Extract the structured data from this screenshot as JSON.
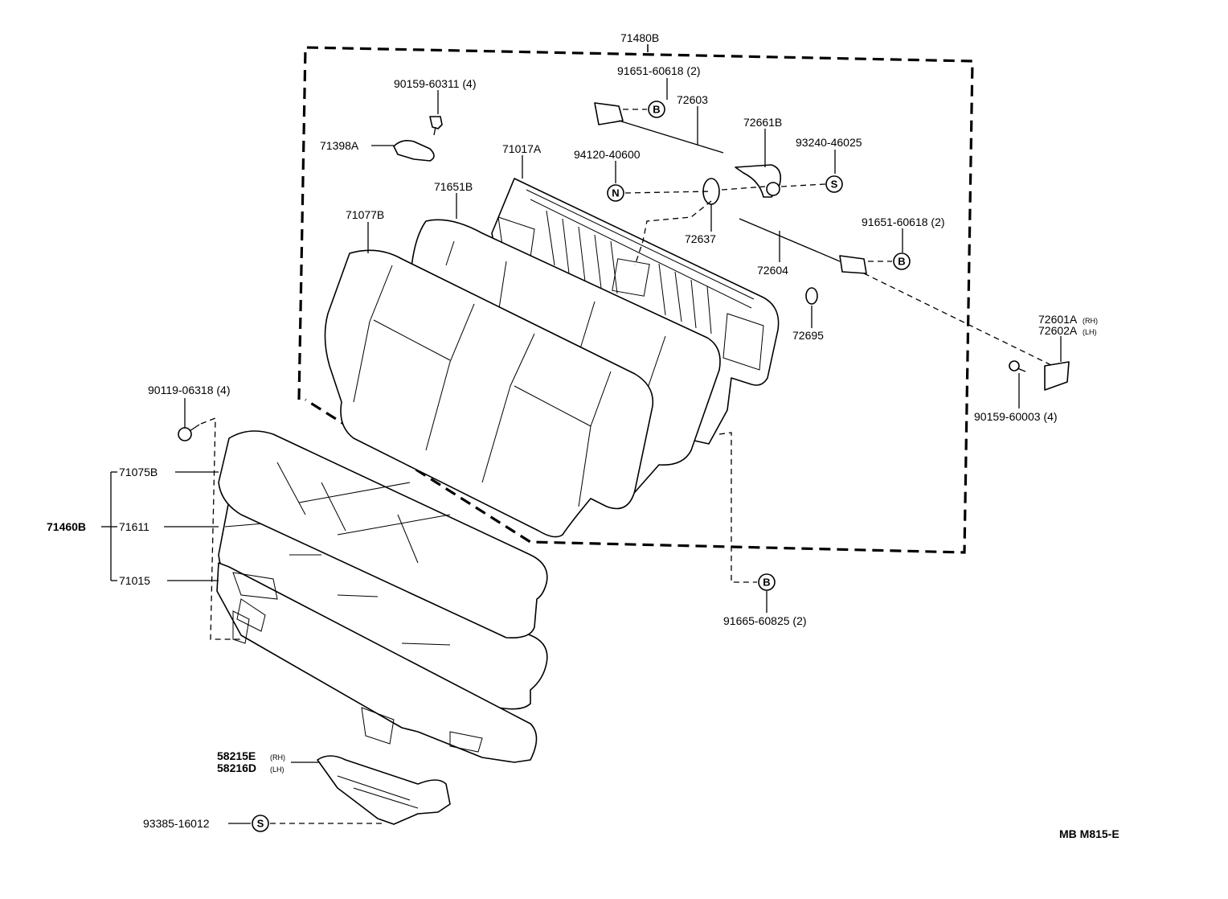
{
  "labels": {
    "l71480B": "71480B",
    "l91651_top": "91651-60618 (2)",
    "l72603": "72603",
    "l90159_60311": "90159-60311 (4)",
    "l71398A": "71398A",
    "l72661B": "72661B",
    "l93240": "93240-46025",
    "l71017A": "71017A",
    "l94120": "94120-40600",
    "l71651B": "71651B",
    "l71077B": "71077B",
    "l72637": "72637",
    "l91651_mid": "91651-60618 (2)",
    "l72604": "72604",
    "l72695": "72695",
    "l72601A": "72601A",
    "l72601A_side": "(RH)",
    "l72602A": "72602A",
    "l72602A_side": "(LH)",
    "l90159_60003": "90159-60003 (4)",
    "l90119": "90119-06318 (4)",
    "l71075B": "71075B",
    "l71460B": "71460B",
    "l71611": "71611",
    "l71015": "71015",
    "l91665": "91665-60825 (2)",
    "l58215E": "58215E",
    "l58215E_side": "(RH)",
    "l58216D": "58216D",
    "l58216D_side": "(LH)",
    "l93385": "93385-16012",
    "code": "MB M815-E"
  },
  "symbols": {
    "b_top": "B",
    "s_top": "S",
    "n_mid": "N",
    "b_mid": "B",
    "b_low": "B",
    "s_bottom": "S"
  }
}
